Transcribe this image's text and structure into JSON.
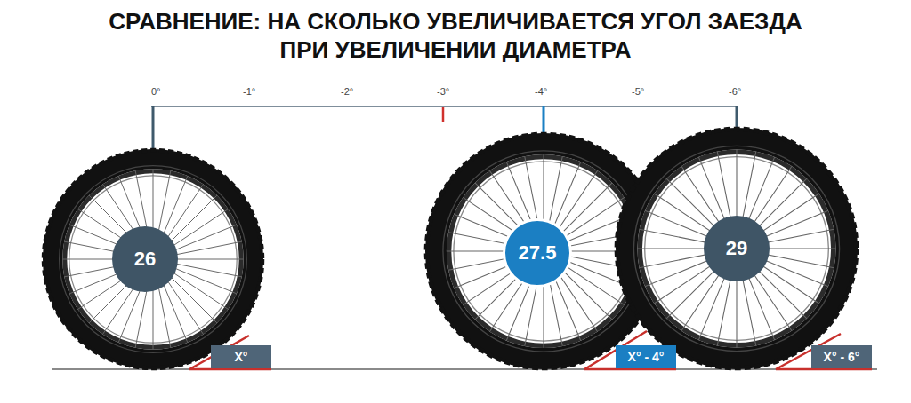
{
  "diagram": {
    "title": "СРАВНЕНИЕ: НА СКОЛЬКО УВЕЛИЧИВАЕТСЯ УГОЛ ЗАЕЗДА ПРИ УВЕЛИЧЕНИИ ДИАМЕТРА",
    "nodes": [
      {
        "text": [
          "26"
        ]
      },
      {
        "text": [
          "X°"
        ]
      },
      {
        "text": [
          "27.5"
        ]
      },
      {
        "text": [
          "X° - 4°"
        ]
      },
      {
        "text": [
          "29"
        ]
      },
      {
        "text": [
          "X° - 6°"
        ]
      }
    ],
    "labels": [
      "0°",
      "-1°",
      "-2°",
      "-3°",
      "-4°",
      "-5°",
      "-6°"
    ]
  }
}
